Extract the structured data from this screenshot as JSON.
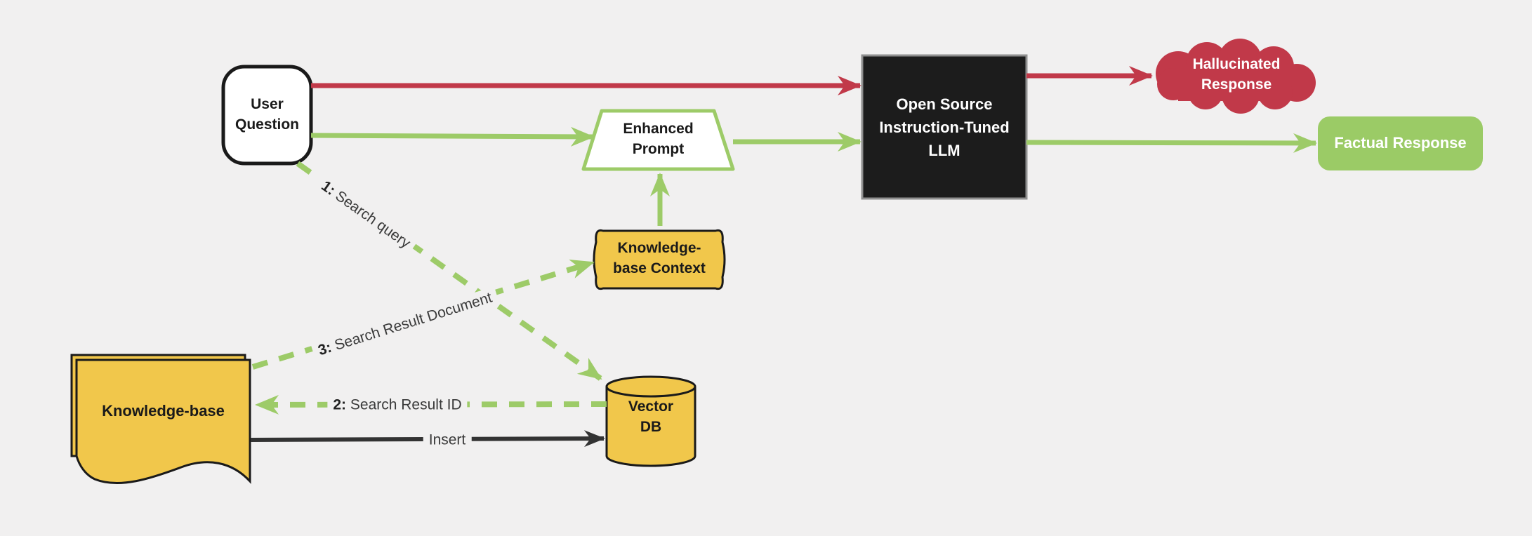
{
  "canvas": {
    "background": "#F1F0F0"
  },
  "colors": {
    "arrow_red": "#C13949",
    "arrow_green": "#9DCB68",
    "arrow_black": "#333333",
    "node_yellow": "#F1C74B",
    "node_green": "#9BCB66",
    "node_black": "#1C1C1C",
    "node_white": "#FFFFFF",
    "border_black": "#1A1A1A",
    "llm_border_gray": "#8F8F8F"
  },
  "nodes": {
    "user_question": {
      "label": "User\nQuestion"
    },
    "enhanced_prompt": {
      "label": "Enhanced\nPrompt"
    },
    "llm": {
      "label": "Open Source\nInstruction-Tuned\nLLM"
    },
    "hallucinated_response": {
      "label": "Hallucinated\nResponse"
    },
    "factual_response": {
      "label": "Factual Response"
    },
    "kb_context": {
      "label": "Knowledge-\nbase Context"
    },
    "knowledge_base": {
      "label": "Knowledge-base"
    },
    "vector_db": {
      "label": "Vector\nDB"
    }
  },
  "edges": {
    "search_query": {
      "num": "1:",
      "text": " Search query"
    },
    "search_result_id": {
      "num": "2:",
      "text": " Search Result ID"
    },
    "search_result_document": {
      "num": "3:",
      "text": " Search Result Document"
    },
    "insert": {
      "text": "Insert"
    }
  }
}
